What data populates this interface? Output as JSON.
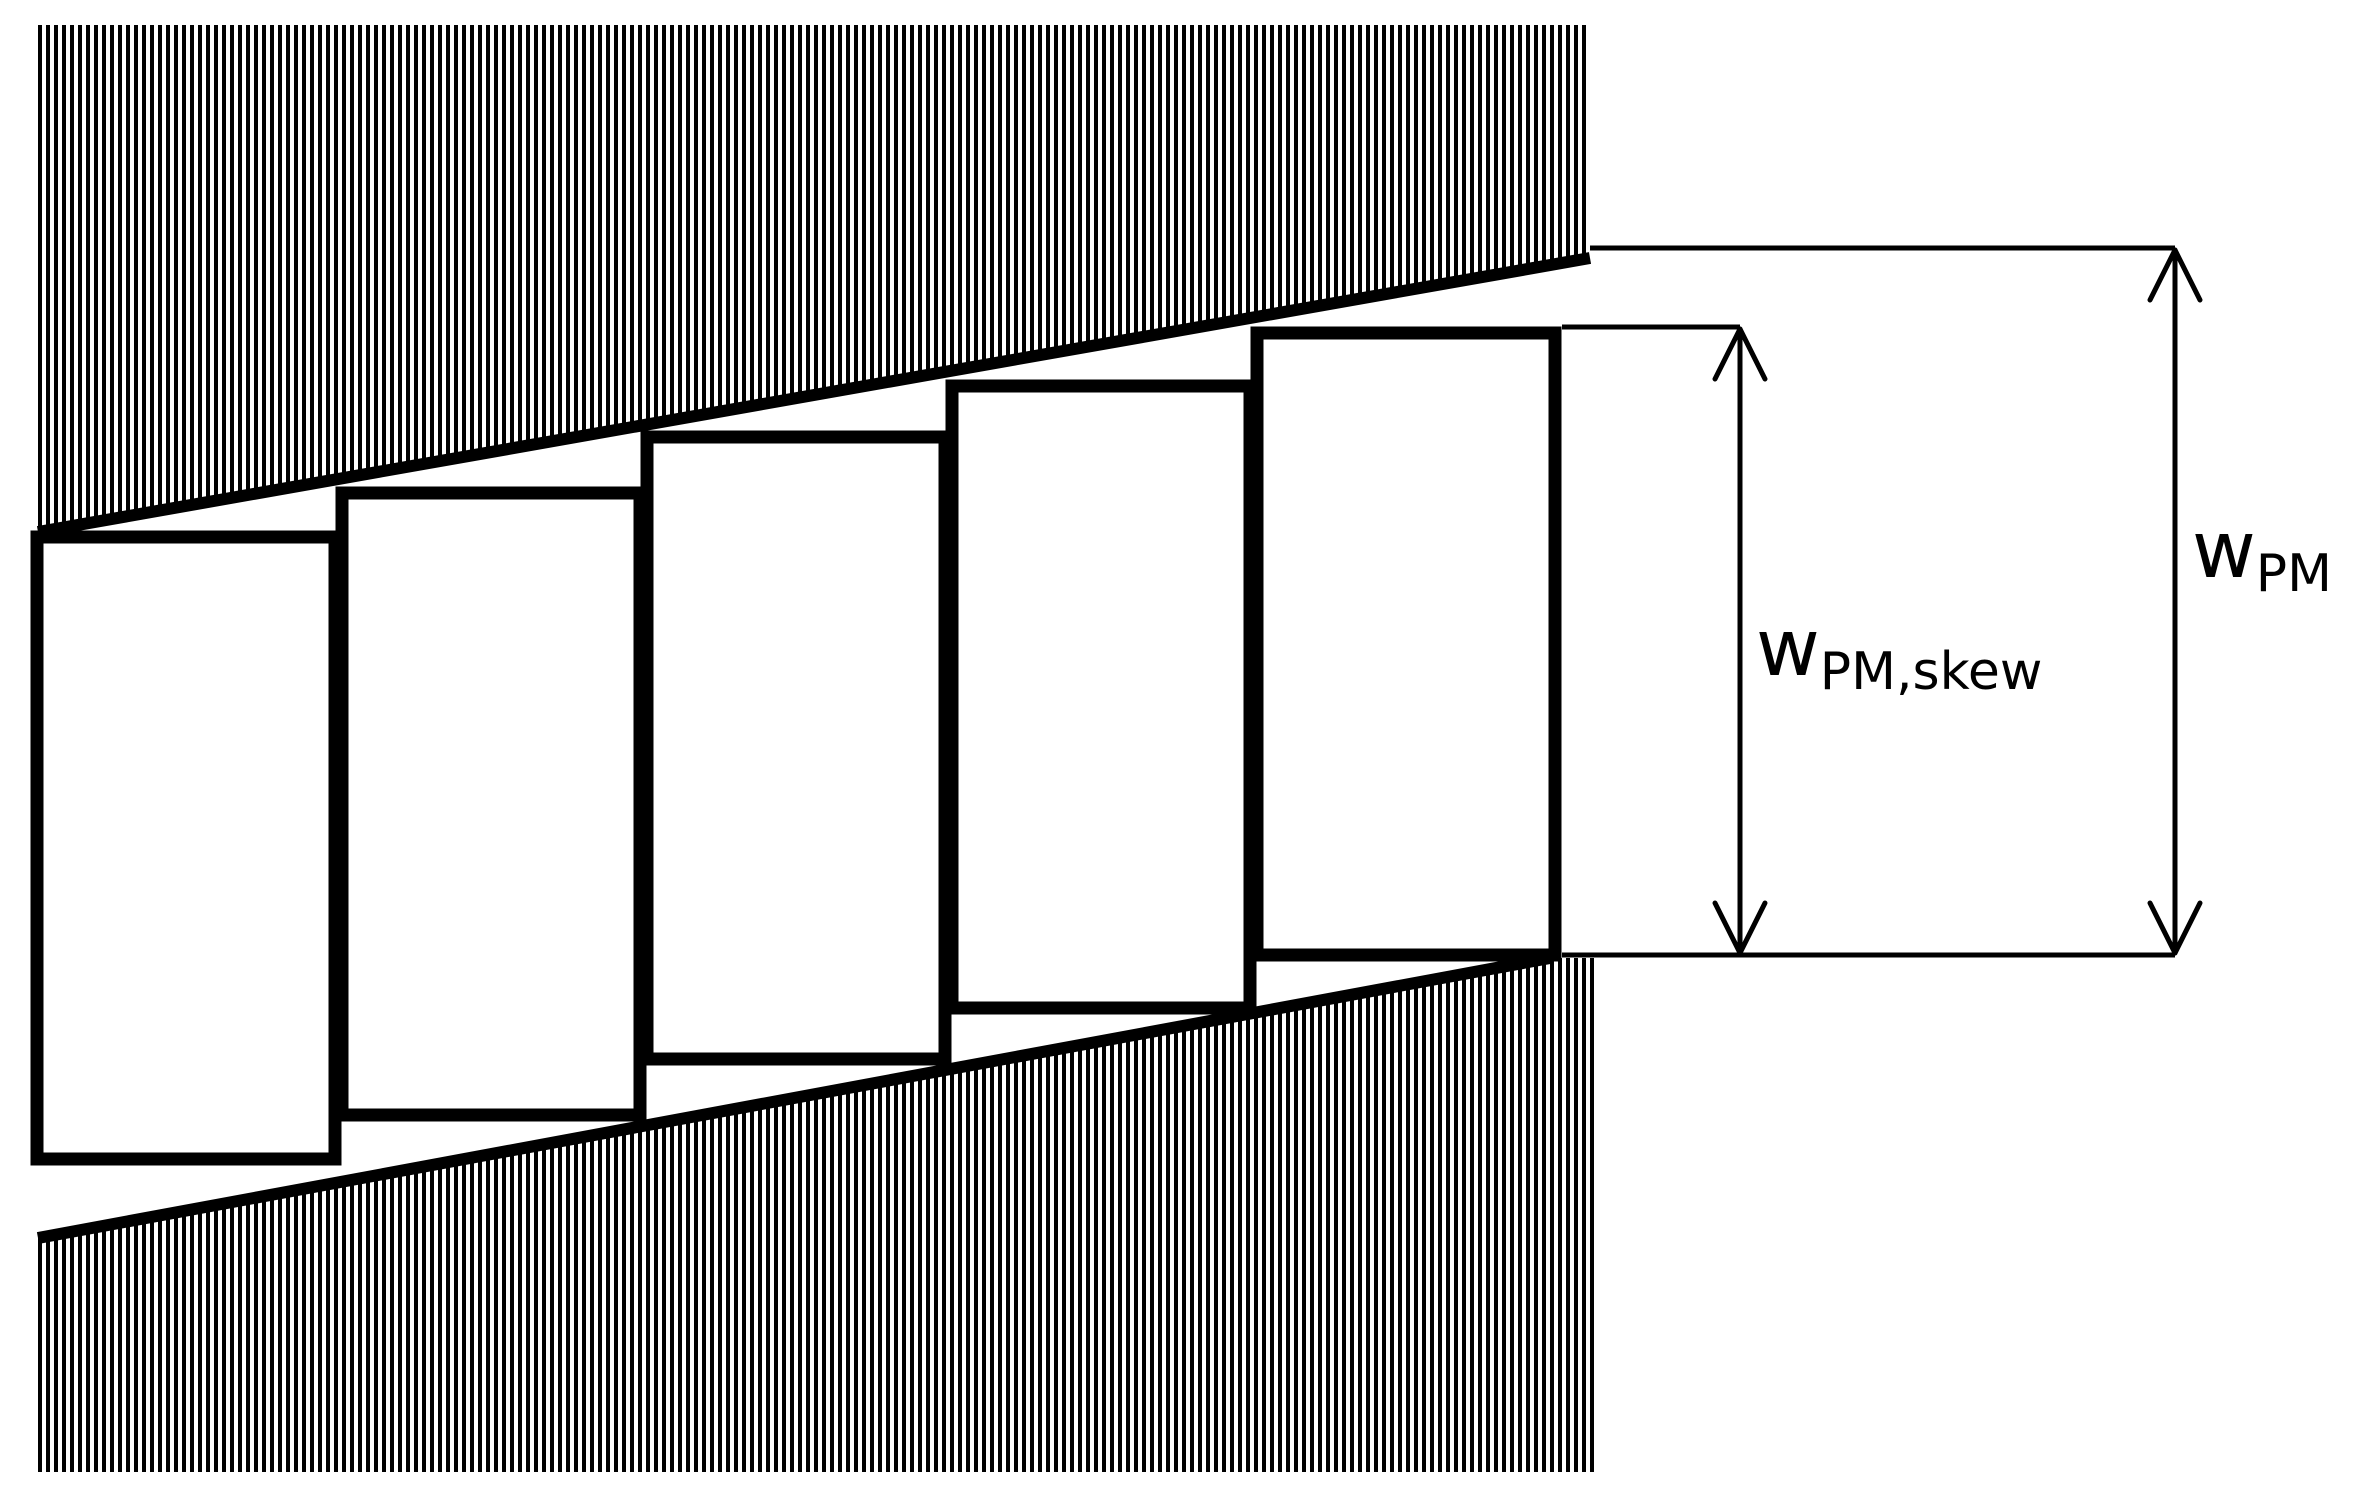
{
  "colors": {
    "stroke": "#000000",
    "background": "#ffffff"
  },
  "diagram": {
    "magnet_count": 5,
    "labels": {
      "outer": {
        "base": "w",
        "sub": "PM"
      },
      "inner": {
        "base": "w",
        "sub": "PM,skew"
      }
    }
  }
}
